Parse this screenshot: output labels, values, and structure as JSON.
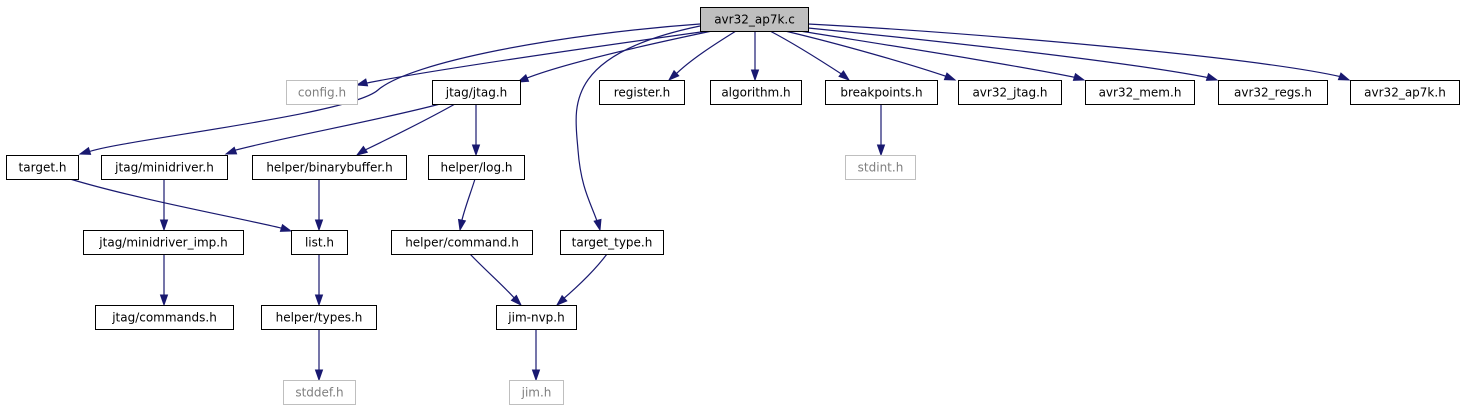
{
  "diagram": {
    "colors": {
      "edge": "#191970",
      "root_fill": "#bfbfbf",
      "node_border": "#000000",
      "missing_border": "#bfbfbf",
      "missing_text": "#7f7f7f",
      "background": "#ffffff"
    },
    "nodes": [
      {
        "id": "root",
        "label": "avr32_ap7k.c",
        "kind": "root"
      },
      {
        "id": "config",
        "label": "config.h",
        "kind": "missing"
      },
      {
        "id": "jtag",
        "label": "jtag/jtag.h",
        "kind": "file"
      },
      {
        "id": "register",
        "label": "register.h",
        "kind": "file"
      },
      {
        "id": "algorithm",
        "label": "algorithm.h",
        "kind": "file"
      },
      {
        "id": "breakpoints",
        "label": "breakpoints.h",
        "kind": "file"
      },
      {
        "id": "avr32_jtag",
        "label": "avr32_jtag.h",
        "kind": "file"
      },
      {
        "id": "avr32_mem",
        "label": "avr32_mem.h",
        "kind": "file"
      },
      {
        "id": "avr32_regs",
        "label": "avr32_regs.h",
        "kind": "file"
      },
      {
        "id": "avr32_ap7k",
        "label": "avr32_ap7k.h",
        "kind": "file"
      },
      {
        "id": "target",
        "label": "target.h",
        "kind": "file"
      },
      {
        "id": "minidriver",
        "label": "jtag/minidriver.h",
        "kind": "file"
      },
      {
        "id": "binarybuffer",
        "label": "helper/binarybuffer.h",
        "kind": "file"
      },
      {
        "id": "log",
        "label": "helper/log.h",
        "kind": "file"
      },
      {
        "id": "stdint",
        "label": "stdint.h",
        "kind": "missing"
      },
      {
        "id": "minidriver_imp",
        "label": "jtag/minidriver_imp.h",
        "kind": "file"
      },
      {
        "id": "list",
        "label": "list.h",
        "kind": "file"
      },
      {
        "id": "command",
        "label": "helper/command.h",
        "kind": "file"
      },
      {
        "id": "target_type",
        "label": "target_type.h",
        "kind": "file"
      },
      {
        "id": "commands",
        "label": "jtag/commands.h",
        "kind": "file"
      },
      {
        "id": "types",
        "label": "helper/types.h",
        "kind": "file"
      },
      {
        "id": "jimnvp",
        "label": "jim-nvp.h",
        "kind": "file"
      },
      {
        "id": "stddef",
        "label": "stddef.h",
        "kind": "missing"
      },
      {
        "id": "jim",
        "label": "jim.h",
        "kind": "missing"
      }
    ],
    "edges": [
      {
        "from": "root",
        "to": "config"
      },
      {
        "from": "root",
        "to": "target"
      },
      {
        "from": "root",
        "to": "jtag"
      },
      {
        "from": "root",
        "to": "target_type"
      },
      {
        "from": "root",
        "to": "register"
      },
      {
        "from": "root",
        "to": "algorithm"
      },
      {
        "from": "root",
        "to": "breakpoints"
      },
      {
        "from": "root",
        "to": "avr32_jtag"
      },
      {
        "from": "root",
        "to": "avr32_mem"
      },
      {
        "from": "root",
        "to": "avr32_regs"
      },
      {
        "from": "root",
        "to": "avr32_ap7k"
      },
      {
        "from": "jtag",
        "to": "minidriver"
      },
      {
        "from": "jtag",
        "to": "binarybuffer"
      },
      {
        "from": "jtag",
        "to": "log"
      },
      {
        "from": "breakpoints",
        "to": "stdint"
      },
      {
        "from": "target",
        "to": "list"
      },
      {
        "from": "minidriver",
        "to": "minidriver_imp"
      },
      {
        "from": "binarybuffer",
        "to": "list"
      },
      {
        "from": "log",
        "to": "command"
      },
      {
        "from": "minidriver_imp",
        "to": "commands"
      },
      {
        "from": "list",
        "to": "types"
      },
      {
        "from": "command",
        "to": "jimnvp"
      },
      {
        "from": "target_type",
        "to": "jimnvp"
      },
      {
        "from": "types",
        "to": "stddef"
      },
      {
        "from": "jimnvp",
        "to": "jim"
      }
    ]
  }
}
